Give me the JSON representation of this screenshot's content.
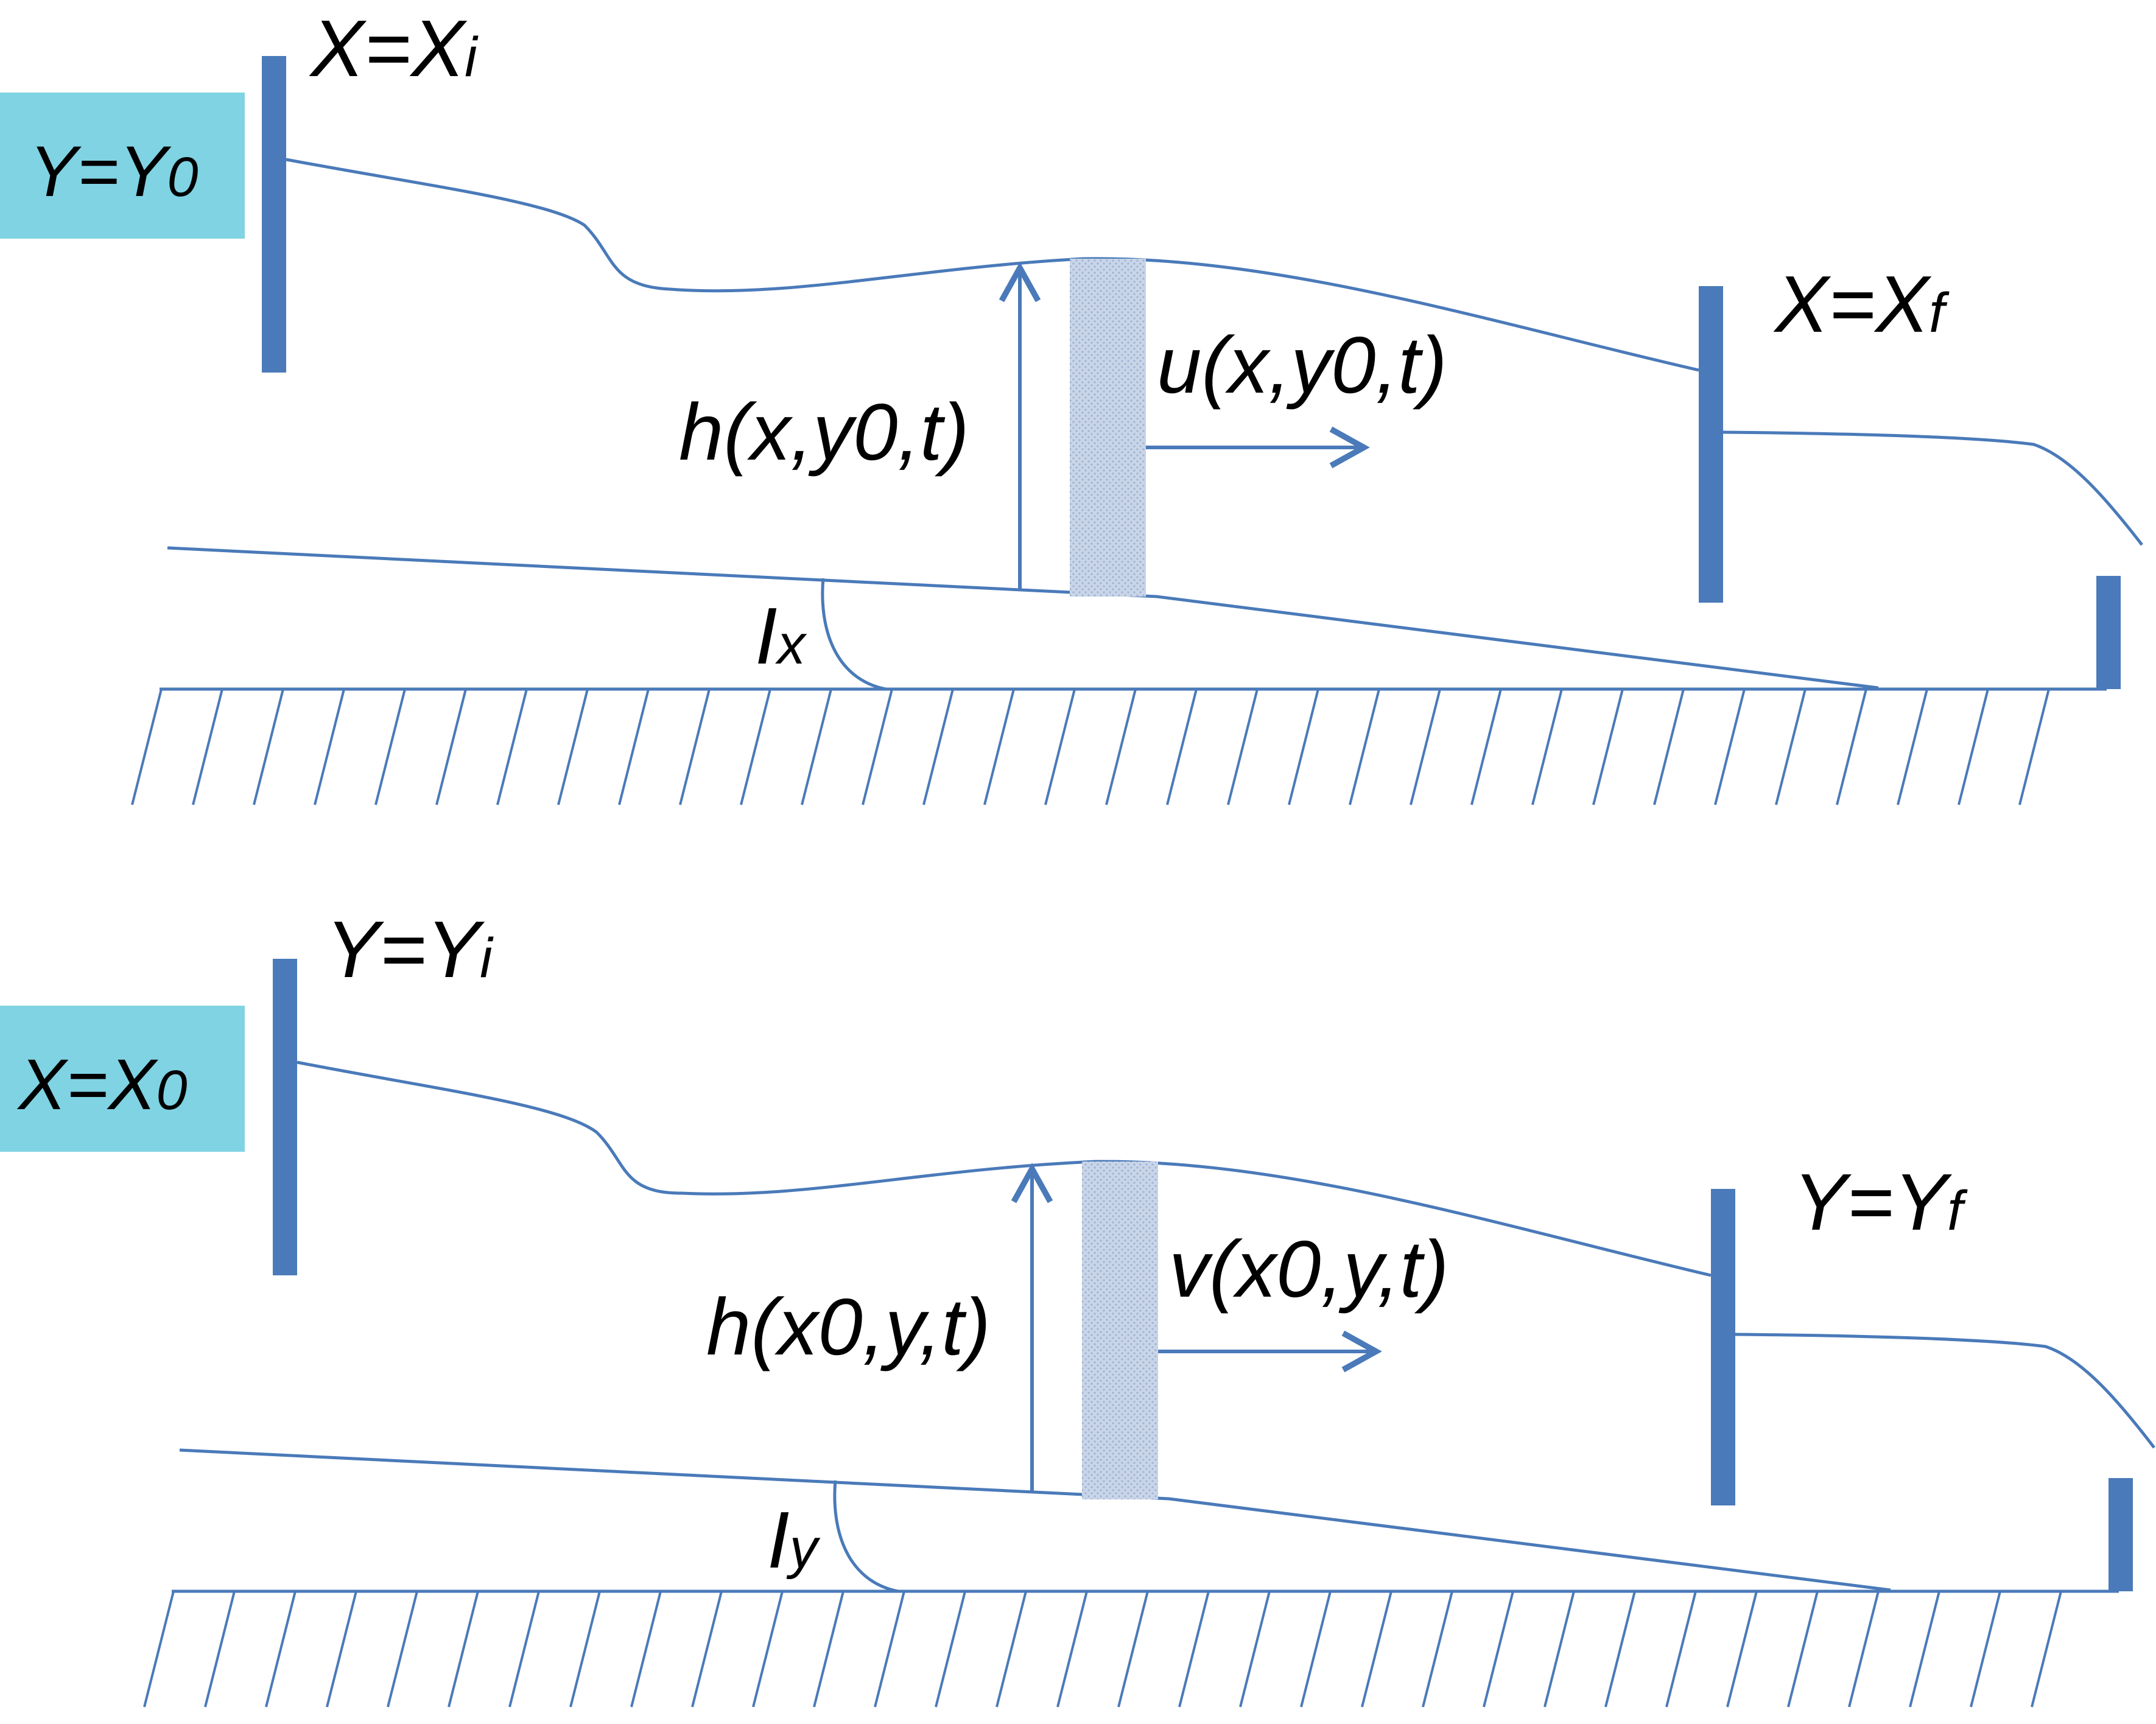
{
  "colors": {
    "line": "#4a7ab9",
    "gate": "#4a7ab9",
    "box": "#7fd3e3",
    "column": "#c8d3e6",
    "text": "#000000"
  },
  "panels": [
    {
      "box_label": "Y=Y",
      "box_sub": "0",
      "start_label": "X=X",
      "start_sub": "i",
      "end_label": "X=X",
      "end_sub": "f",
      "depth_label": "h(x,y0,t)",
      "velocity_label": "u(x,y0,t)",
      "slope_label": "I",
      "slope_sub": "x"
    },
    {
      "box_label": "X=X",
      "box_sub": "0",
      "start_label": "Y=Y",
      "start_sub": "i",
      "end_label": "Y=Y",
      "end_sub": "f",
      "depth_label": "h(x0,y,t)",
      "velocity_label": "v(x0,y,t)",
      "slope_label": "I",
      "slope_sub": "y"
    }
  ]
}
